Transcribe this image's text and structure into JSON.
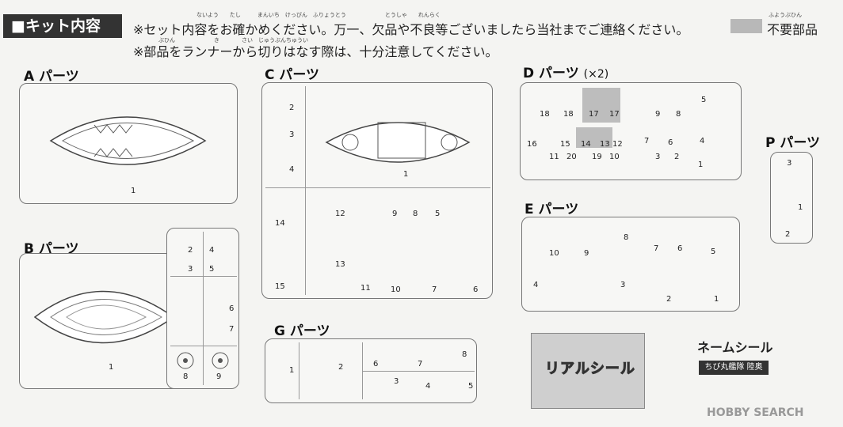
{
  "header": {
    "title": "■キット内容",
    "note_line1": "※セット内容をお確かめください。万一、欠品や不良等ございましたら当社までご連絡ください。",
    "note_line2": "※部品をランナーから切りはなす際は、十分注意してください。",
    "ruby_line1": "ないよう　　たし　　　まんいち　けっぴん　ふりょうとう　　　　　　　とうしゃ　　れんらく",
    "ruby_line2": "ぶひん　　　　　　　き　　　　さい　じゅうぶんちゅうい"
  },
  "legend": {
    "label": "不要部品",
    "ruby": "ふようぶひん",
    "swatch_color": "#b8b8b8"
  },
  "sections": {
    "A": {
      "title": "A パーツ",
      "nums": [
        "1"
      ]
    },
    "B": {
      "title": "B パーツ",
      "nums": [
        "1",
        "2",
        "3",
        "4",
        "5",
        "6",
        "7",
        "8",
        "9"
      ]
    },
    "C": {
      "title": "C パーツ",
      "nums": [
        "2",
        "3",
        "4",
        "1",
        "14",
        "15",
        "12",
        "13",
        "11",
        "9",
        "8",
        "10",
        "5",
        "7",
        "6"
      ]
    },
    "D": {
      "title": "D パーツ",
      "mult": "(×2)",
      "nums": [
        "18",
        "18",
        "17",
        "17",
        "9",
        "8",
        "5",
        "16",
        "15",
        "14",
        "13",
        "12",
        "7",
        "6",
        "4",
        "11",
        "20",
        "19",
        "10",
        "3",
        "2",
        "1"
      ]
    },
    "E": {
      "title": "E パーツ",
      "nums": [
        "10",
        "9",
        "8",
        "7",
        "6",
        "5",
        "4",
        "3",
        "2",
        "1"
      ]
    },
    "G": {
      "title": "G パーツ",
      "nums": [
        "1",
        "2",
        "6",
        "7",
        "8",
        "3",
        "4",
        "5"
      ]
    },
    "P": {
      "title": "P パーツ",
      "nums": [
        "3",
        "1",
        "2"
      ]
    }
  },
  "decal": {
    "label": "リアルシール"
  },
  "name_seal": {
    "title": "ネームシール",
    "text": "ちび丸艦隊 陸奥"
  },
  "watermark": "HOBBY SEARCH"
}
